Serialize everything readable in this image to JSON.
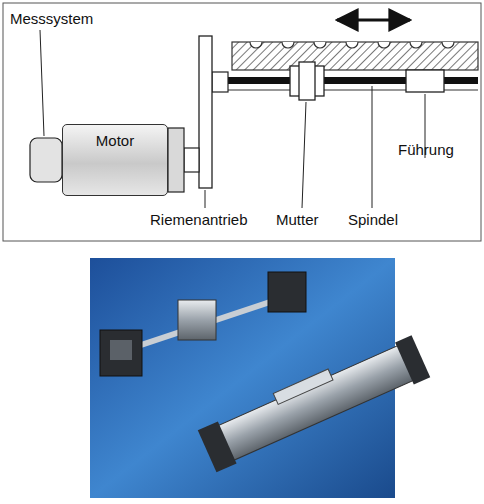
{
  "diagram": {
    "nodes": [
      {
        "text": [
          "Motor"
        ]
      }
    ],
    "labels": [
      "Messsystem",
      "Riemenantrieb",
      "Mutter",
      "Spindel",
      "Führung"
    ]
  }
}
